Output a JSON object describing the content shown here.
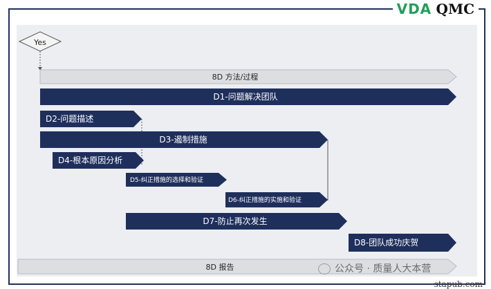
{
  "brand": {
    "vda": "VDA",
    "qmc": "QMC"
  },
  "decision": "Yes",
  "bars": {
    "method": "8D 方法/过程",
    "d1": "D1-问题解决团队",
    "d2": "D2-问题描述",
    "d3": "D3-遏制措施",
    "d4": "D4-根本原因分析",
    "d5": "D5-纠正措施的选择和验证",
    "d6": "D6-纠正措施的实施和验证",
    "d7": "D7-防止再次发生",
    "d8": "D8-团队成功庆贺",
    "report": "8D 报告"
  },
  "colors": {
    "navy": "#1f2f5c",
    "gray_bar": "#dcdee2",
    "brand_green": "#21a05a"
  },
  "watermark": "公众号 · 质量人大本营",
  "site": "stapub.com"
}
